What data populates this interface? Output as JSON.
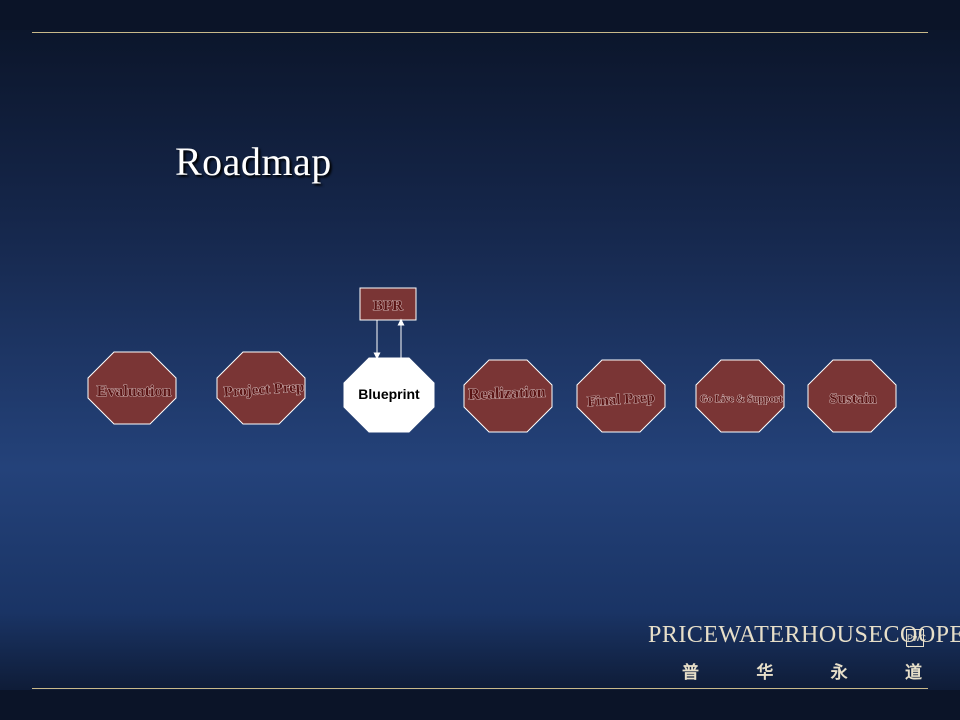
{
  "title": "Roadmap",
  "diagram": {
    "bpr_label": "BPR",
    "phases": [
      {
        "id": "evaluation",
        "label": "Evaluation"
      },
      {
        "id": "project-prep",
        "label": "Project Prep"
      },
      {
        "id": "blueprint",
        "label": "Blueprint"
      },
      {
        "id": "realization",
        "label": "Realization"
      },
      {
        "id": "final-prep",
        "label": "Final Prep"
      },
      {
        "id": "go-live",
        "label": "Go Live & Support"
      },
      {
        "id": "sustain",
        "label": "Sustain"
      }
    ],
    "colors": {
      "phase_fill": "#7a3535",
      "blueprint_fill": "#ffffff",
      "outline": "#ffffff",
      "label_text": "#5a1414"
    }
  },
  "logo": {
    "name": "PRICEWATERHOUSECOOPERS",
    "badge": "PwC",
    "chinese_name": [
      "普",
      "华",
      "永",
      "道"
    ]
  }
}
